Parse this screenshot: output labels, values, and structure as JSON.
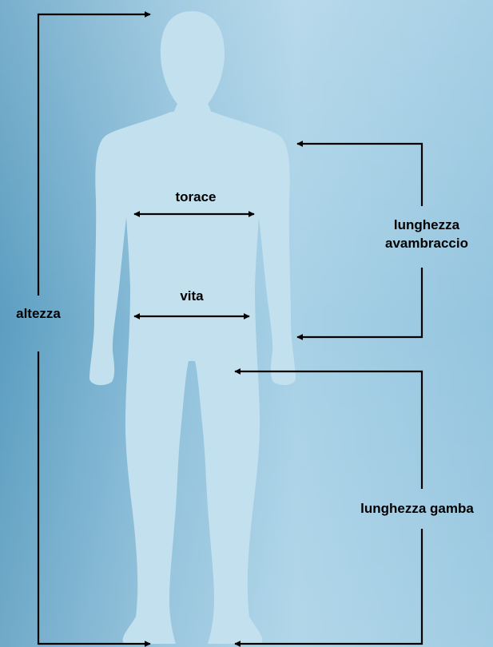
{
  "labels": {
    "height": "altezza",
    "chest": "torace",
    "waist": "vita",
    "forearm_line1": "lunghezza",
    "forearm_line2": "avambraccio",
    "leg": "lunghezza gamba"
  },
  "colors": {
    "background_left": "#6aa9c9",
    "background_center": "#a6d0e6",
    "background_right": "#97c6e0",
    "silhouette": "#c3e0ee",
    "lines": "#000000",
    "text": "#000000"
  }
}
